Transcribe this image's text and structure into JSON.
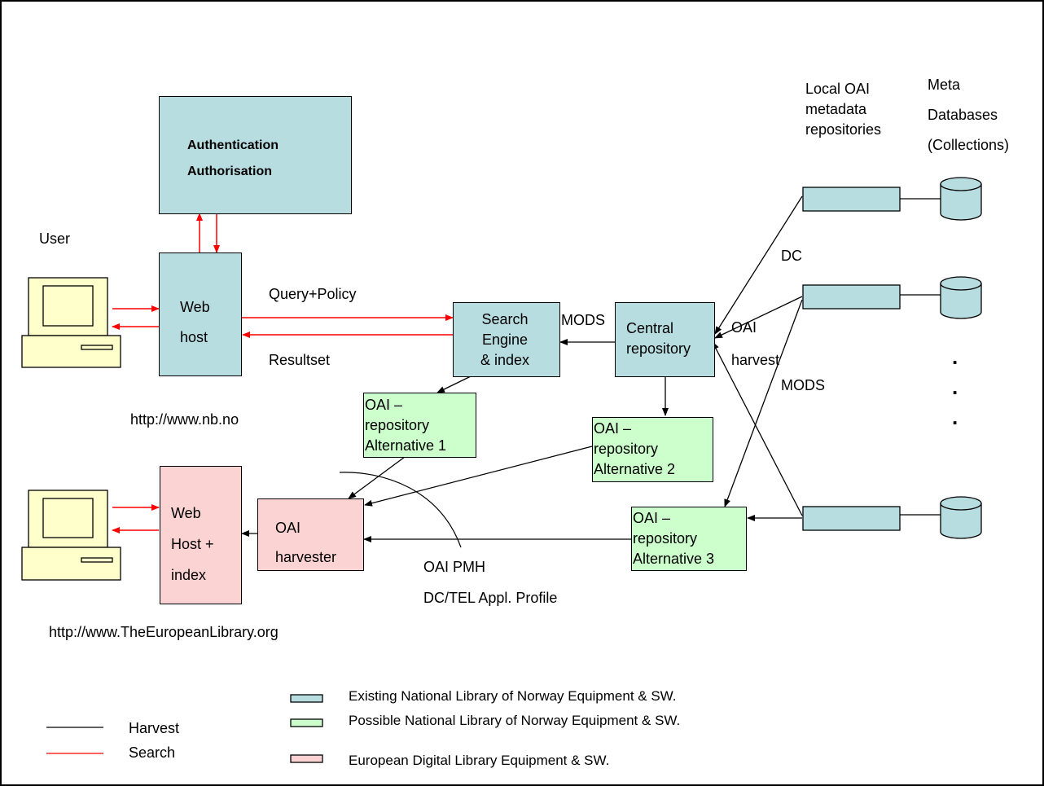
{
  "nodes": {
    "auth": "Authentication\nAuthorisation",
    "web_host": "Web\nhost",
    "search_engine": "Search\nEngine\n& index",
    "central_repo": "Central\nrepository",
    "oai_alt1": "OAI –\nrepository\nAlternative 1",
    "oai_alt2": "OAI –\nrepository\nAlternative 2",
    "oai_alt3": "OAI –\nrepository\nAlternative 3",
    "oai_harvester": "OAI\nharvester",
    "web_host_index": "Web\nHost +\nindex"
  },
  "labels": {
    "user": "User",
    "nb_url": "http://www.nb.no",
    "tel_url": "http://www.TheEuropeanLibrary.org",
    "query_policy": "Query+Policy",
    "resultset": "Resultset",
    "mods_left": "MODS",
    "dc": "DC",
    "oai_harvest": "OAI\nharvest",
    "mods_right": "MODS",
    "oai_pmh": "OAI PMH",
    "dc_tel": "DC/TEL Appl. Profile",
    "local_oai": "Local OAI\nmetadata\nrepositories",
    "meta_db": "Meta\nDatabases\n(Collections)",
    "ellipsis": ".\n.\n."
  },
  "legend": {
    "harvest": "Harvest",
    "search": "Search",
    "existing": "Existing National Library of Norway Equipment & SW.",
    "possible": "Possible National Library of Norway Equipment & SW.",
    "european": "European Digital Library Equipment & SW."
  },
  "colors": {
    "existing": "#b8dde1",
    "possible": "#ccffcc",
    "european": "#fcd3d3",
    "harvest_line": "#000000",
    "search_line": "#ff0000",
    "computer": "#ffffcc"
  }
}
